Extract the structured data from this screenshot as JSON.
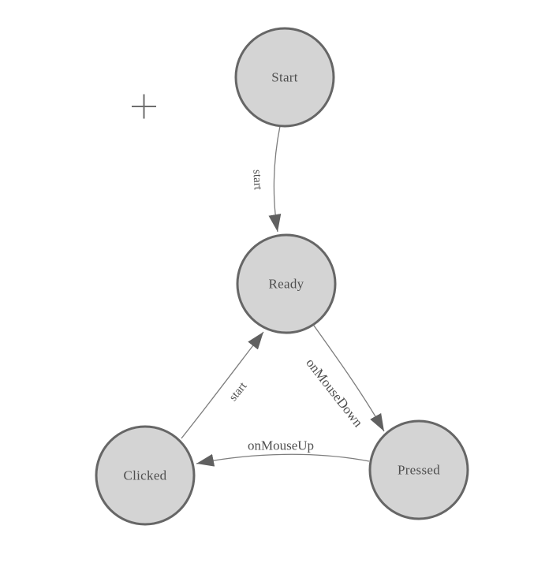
{
  "diagram": {
    "nodes": [
      {
        "id": "Start",
        "label": "Start"
      },
      {
        "id": "Ready",
        "label": "Ready"
      },
      {
        "id": "Clicked",
        "label": "Clicked"
      },
      {
        "id": "Pressed",
        "label": "Pressed"
      }
    ],
    "edges": [
      {
        "from": "Start",
        "to": "Ready",
        "label": "start"
      },
      {
        "from": "Clicked",
        "to": "Ready",
        "label": "start"
      },
      {
        "from": "Ready",
        "to": "Pressed",
        "label": "onMouseDown"
      },
      {
        "from": "Pressed",
        "to": "Clicked",
        "label": "onMouseUp"
      }
    ]
  },
  "icons": {
    "plus": {
      "name": "plus-icon",
      "glyph": "+"
    }
  },
  "colors": {
    "background": "#ffffff",
    "node_fill": "#d4d4d4",
    "node_border": "#666666",
    "node_text": "#4f4f4f",
    "edge_line": "#7d7d7d",
    "edge_text": "#4f4f4f",
    "arrowhead": "#606060",
    "plus_icon": "#6e6e6e"
  }
}
